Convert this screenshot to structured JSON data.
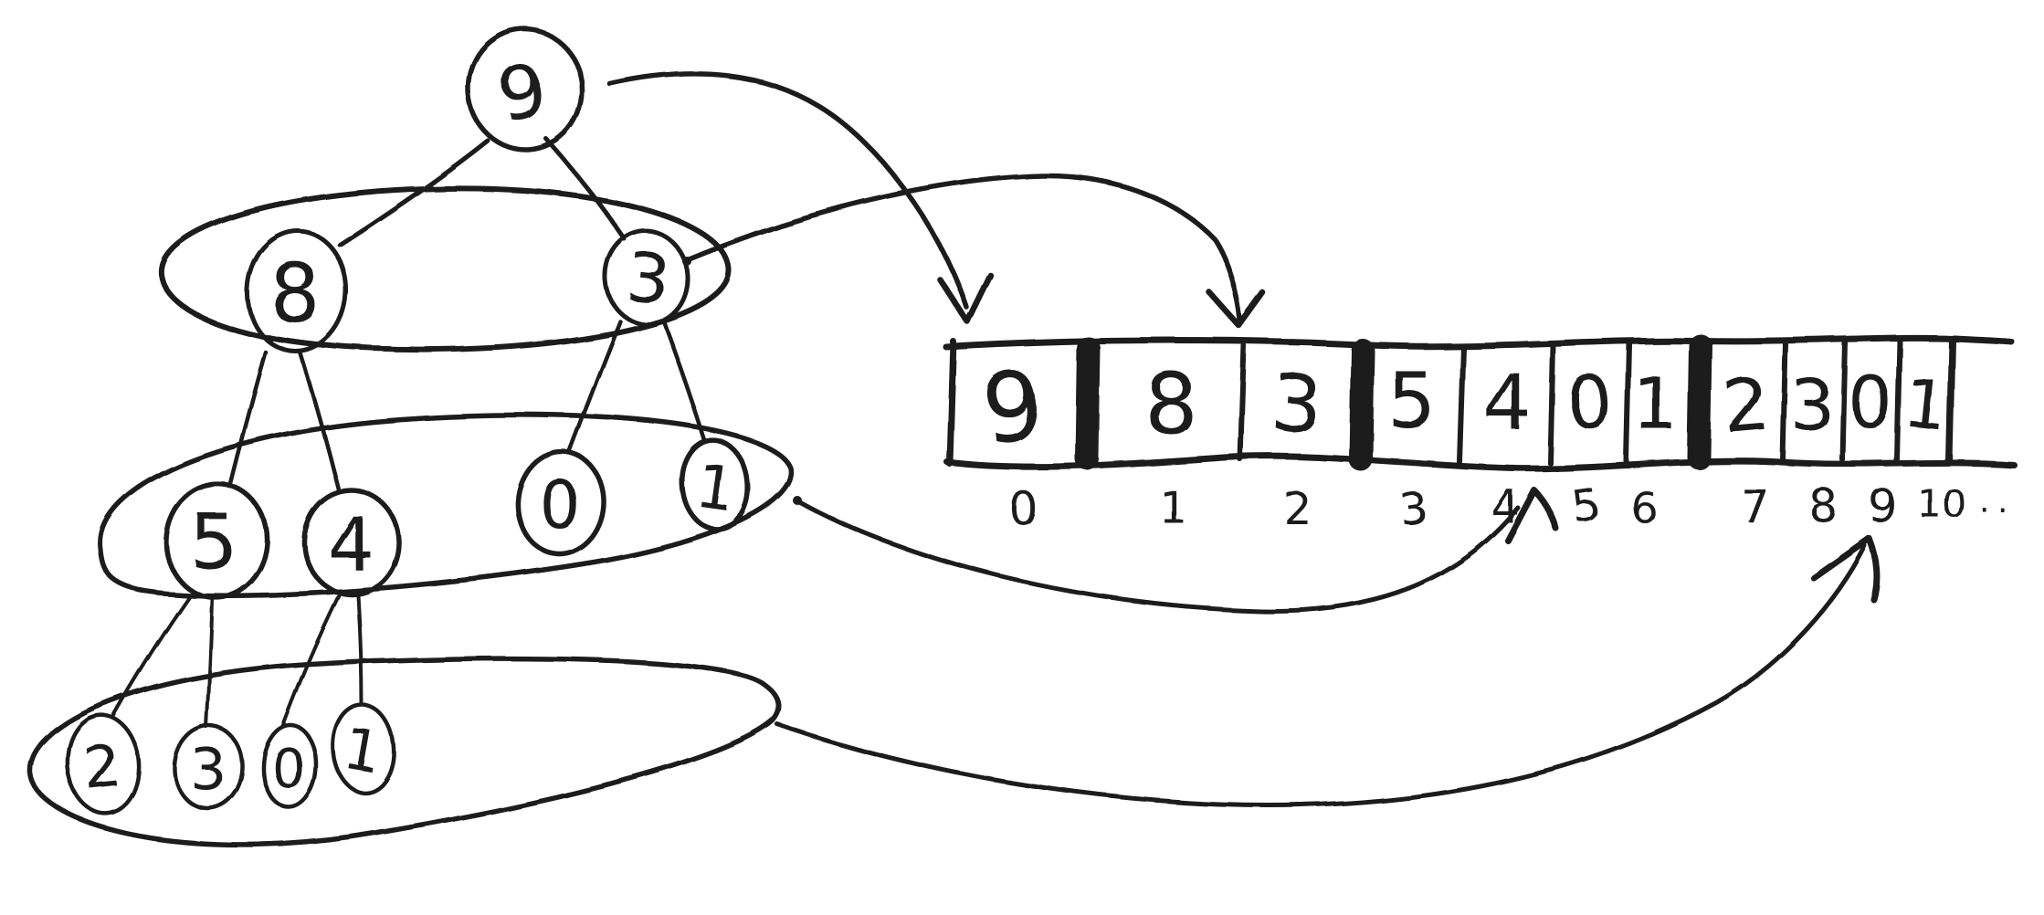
{
  "colors": {
    "ink": "#1c1c1c",
    "background": "#ffffff"
  },
  "tree": {
    "root": "9",
    "level1": [
      "8",
      "3"
    ],
    "level2": [
      "5",
      "4",
      "0",
      "1"
    ],
    "level3": [
      "2",
      "3",
      "0",
      "1"
    ]
  },
  "array": {
    "cells": [
      "9",
      "8",
      "3",
      "5",
      "4",
      "0",
      "1",
      "2",
      "3",
      "0",
      "1"
    ],
    "indices": [
      "0",
      "1",
      "2",
      "3",
      "4",
      "5",
      "6",
      "7",
      "8",
      "9",
      "10"
    ],
    "continuation": ".."
  }
}
